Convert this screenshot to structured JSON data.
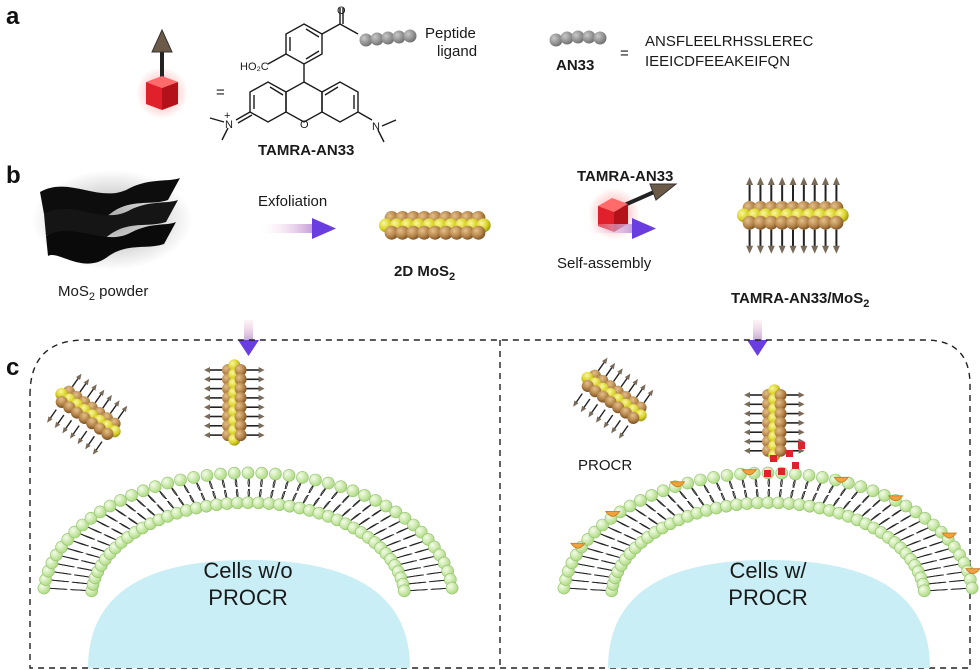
{
  "panels": {
    "a": "a",
    "b": "b",
    "c": "c"
  },
  "panel_a": {
    "equals_1": "=",
    "equals_2": "=",
    "peptide_label_1": "Peptide",
    "peptide_label_2": "ligand",
    "structure_name": "TAMRA-AN33",
    "ho2c": "HO₂C",
    "carbonyl_o": "O",
    "ring_o": "O",
    "n_plus": "N",
    "plus": "+",
    "n_right": "N",
    "an33": "AN33",
    "sequence_line_1": "ANSFLEELRHSSLEREC",
    "sequence_line_2": "IEEICDFEEAKEIFQN"
  },
  "panel_b": {
    "powder_label": "MoS",
    "powder_sub": "2",
    "powder_rest": " powder",
    "exfoliation": "Exfoliation",
    "mos2_2d": "2D MoS",
    "mos2_2d_sub": "2",
    "tamra_an33": "TAMRA-AN33",
    "self_assembly": "Self-assembly",
    "complex_label": "TAMRA-AN33/MoS",
    "complex_sub": "2"
  },
  "panel_c": {
    "left_cell_line_1": "Cells w/o",
    "left_cell_line_2": "PROCR",
    "right_cell_line_1": "Cells w/",
    "right_cell_line_2": "PROCR",
    "procr": "PROCR"
  },
  "colors": {
    "mo_sphere": "#b5854a",
    "s_sphere": "#d9d326",
    "tamra_cube": "#e8262a",
    "peptide": "#8a8a8a",
    "arrow_tail": "#f0c8d8",
    "arrow_head": "#6a3de0",
    "membrane_head": "#cdeea6",
    "cytoplasm": "#c9eef5",
    "procr_receptor": "#f2a23a"
  }
}
